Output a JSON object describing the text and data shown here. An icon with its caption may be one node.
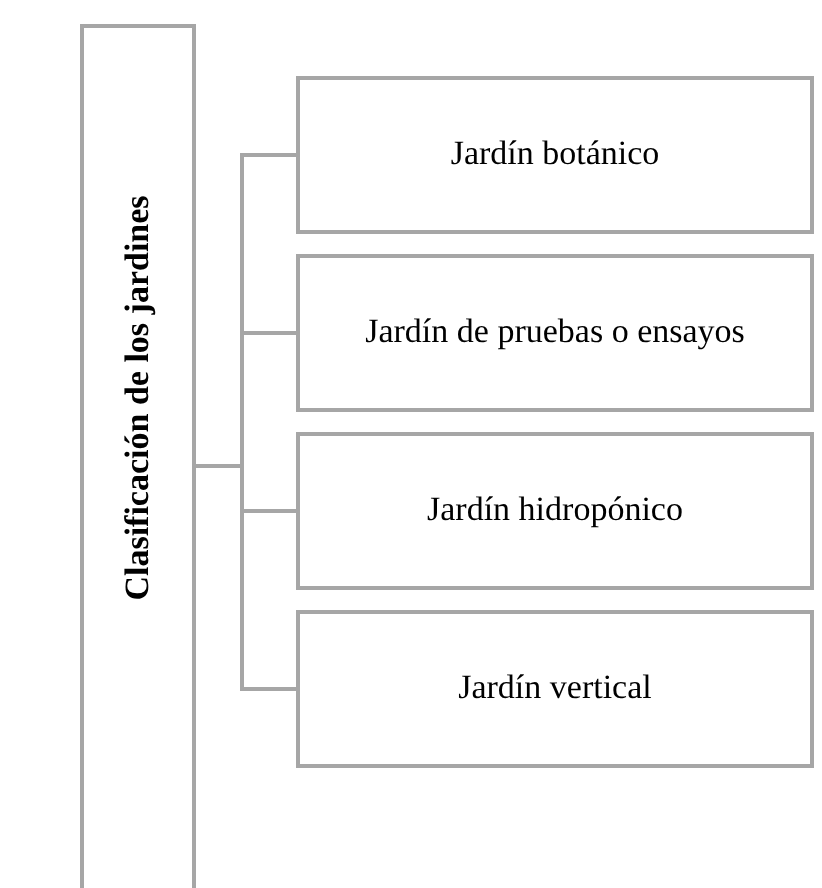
{
  "diagram": {
    "nodes": [
      {
        "text": [
          "Clasificación de los jardines"
        ]
      },
      {
        "text": [
          "Jardín botánico"
        ]
      },
      {
        "text": [
          "Jardín de pruebas o ensayos"
        ]
      },
      {
        "text": [
          "Jardín hidropónico"
        ]
      },
      {
        "text": [
          "Jardín vertical"
        ]
      }
    ],
    "edges": [
      {
        "from": 0,
        "to": 1,
        "arrow": "none"
      },
      {
        "from": 0,
        "to": 2,
        "arrow": "none"
      },
      {
        "from": 0,
        "to": 3,
        "arrow": "none"
      },
      {
        "from": 0,
        "to": 4,
        "arrow": "none"
      }
    ]
  }
}
